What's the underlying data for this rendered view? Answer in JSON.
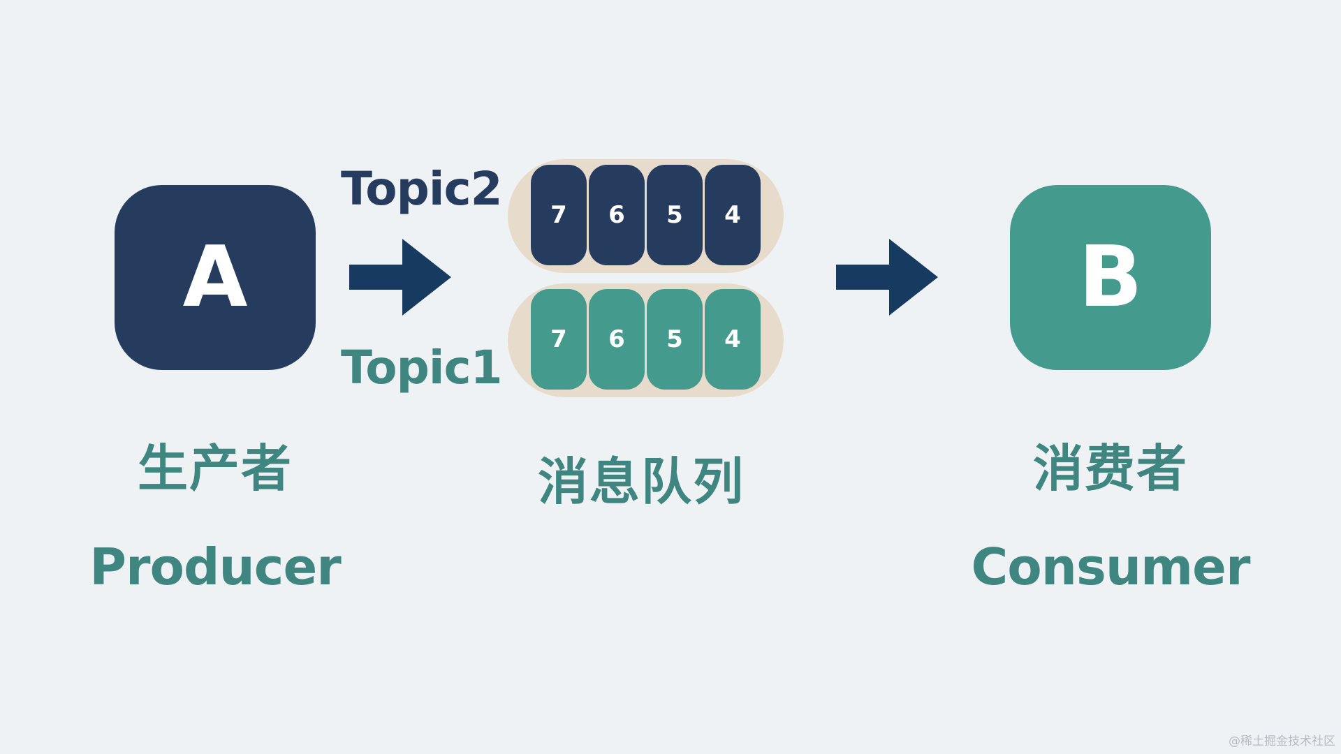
{
  "producer": {
    "letter": "A",
    "label_cn": "生产者",
    "label_en": "Producer"
  },
  "consumer": {
    "letter": "B",
    "label_cn": "消费者",
    "label_en": "Consumer"
  },
  "queue": {
    "label_cn": "消息队列",
    "topics": [
      {
        "name": "Topic2",
        "messages": [
          "7",
          "6",
          "5",
          "4"
        ]
      },
      {
        "name": "Topic1",
        "messages": [
          "7",
          "6",
          "5",
          "4"
        ]
      }
    ]
  },
  "watermark": "@稀土掘金技术社区",
  "colors": {
    "background": "#eff2f4",
    "navy": "#263c5f",
    "teal": "#449a8d",
    "queue_bg": "#e7dccb",
    "arrow": "#173a60",
    "text_teal": "#3f8580"
  }
}
